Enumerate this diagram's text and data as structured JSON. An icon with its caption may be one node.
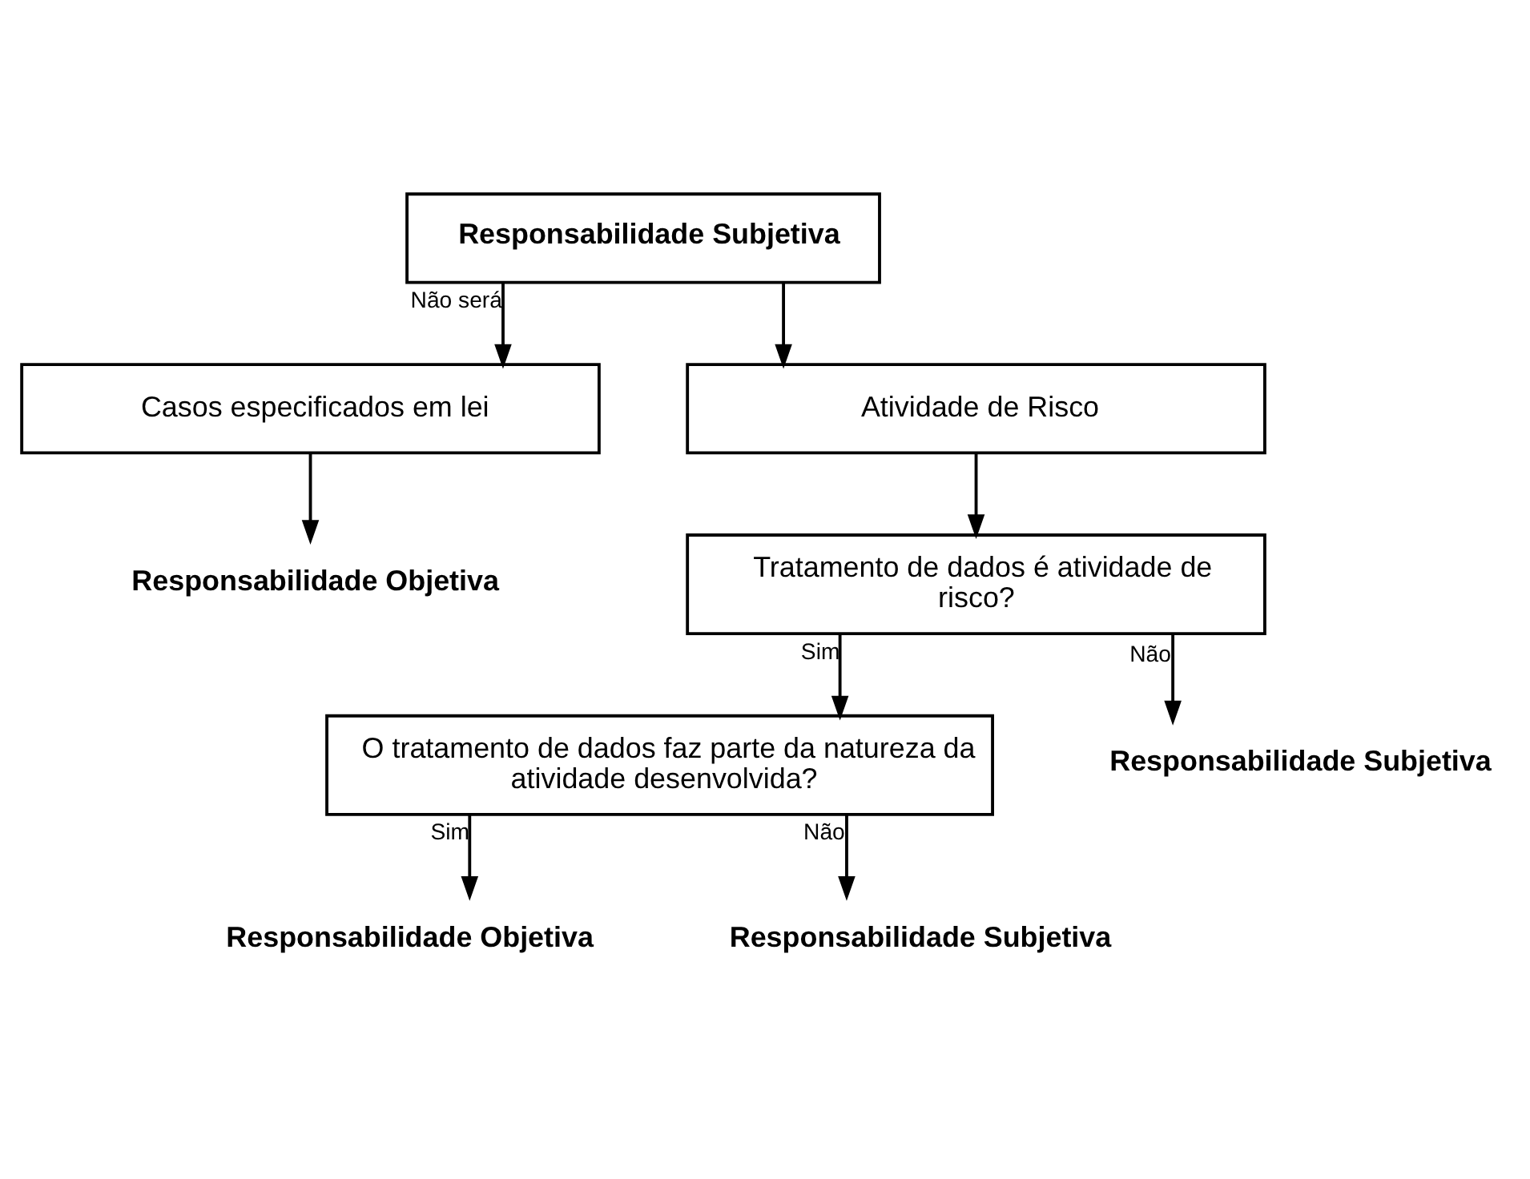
{
  "diagram": {
    "nodes": [
      {
        "text": [
          "Responsabilidade Subjetiva"
        ]
      },
      {
        "text": [
          "Casos especificados em lei"
        ]
      },
      {
        "text": [
          "Atividade de Risco"
        ]
      },
      {
        "text": [
          "Responsabilidade Objetiva"
        ]
      },
      {
        "text": [
          "Tratamento de dados é atividade de risco?"
        ]
      },
      {
        "text": [
          "O tratamento de dados faz parte da natureza da atividade desenvolvida?"
        ]
      },
      {
        "text": [
          "Responsabilidade Subjetiva"
        ]
      },
      {
        "text": [
          "Responsabilidade Objetiva"
        ]
      },
      {
        "text": [
          "Responsabilidade Subjetiva"
        ]
      }
    ],
    "edges": [
      {
        "from": 0,
        "to": 1,
        "arrow": "to",
        "label": "Não será"
      },
      {
        "from": 0,
        "to": 2,
        "arrow": "to"
      },
      {
        "from": 1,
        "to": 3,
        "arrow": "to"
      },
      {
        "from": 2,
        "to": 4,
        "arrow": "to"
      },
      {
        "from": 4,
        "to": 5,
        "arrow": "to",
        "label": "Sim"
      },
      {
        "from": 4,
        "to": 6,
        "arrow": "to",
        "label": "Não"
      },
      {
        "from": 5,
        "to": 7,
        "arrow": "to",
        "label": "Sim"
      },
      {
        "from": 5,
        "to": 8,
        "arrow": "to",
        "label": "Não"
      }
    ]
  }
}
